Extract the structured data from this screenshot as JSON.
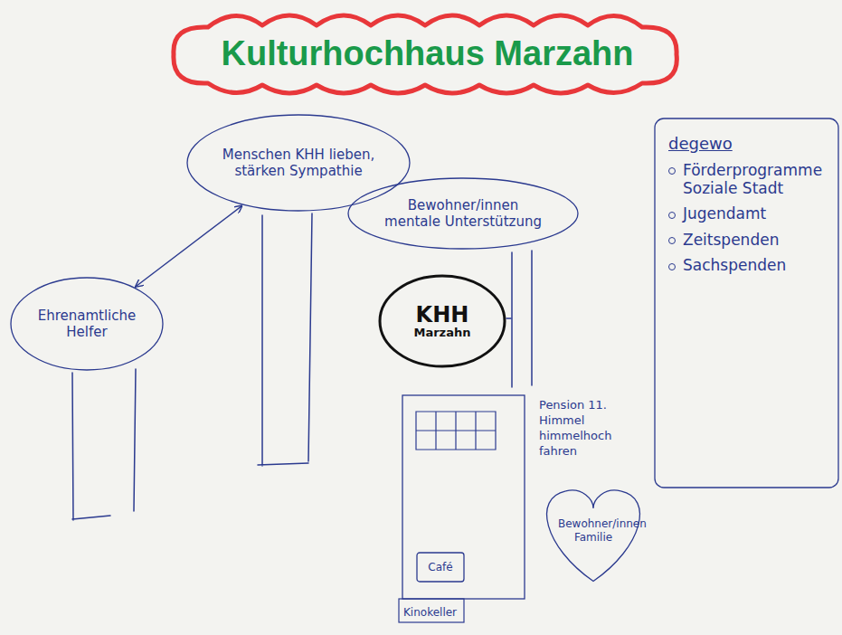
{
  "diagram": {
    "title": "Kulturhochhaus Marzahn",
    "nodes": [
      {
        "text": [
          "Menschen KHH lieben, stärken Sympathie"
        ]
      },
      {
        "text": [
          "degewo",
          "Förderprogramme Soziale Stadt",
          "Jugendamt",
          "Zeitspenden",
          "Sachspenden"
        ]
      },
      {
        "text": [
          "Bewohner/innen mentale Unterstützung"
        ]
      },
      {
        "text": [
          "Ehrenamtliche Helfer"
        ]
      },
      {
        "text": [
          "KHH",
          "Marzahn"
        ]
      },
      {
        "text": [
          "Kinokeller"
        ]
      },
      {
        "text": [
          "Café"
        ],
        "in": 5
      },
      {
        "text": [
          "Bewohner/innen Familie"
        ]
      }
    ],
    "edges": [
      {
        "from": 0,
        "to": 3,
        "arrow": "both"
      }
    ],
    "labels": [
      "Pension 11. Himmel himmelhoch fahren"
    ]
  }
}
